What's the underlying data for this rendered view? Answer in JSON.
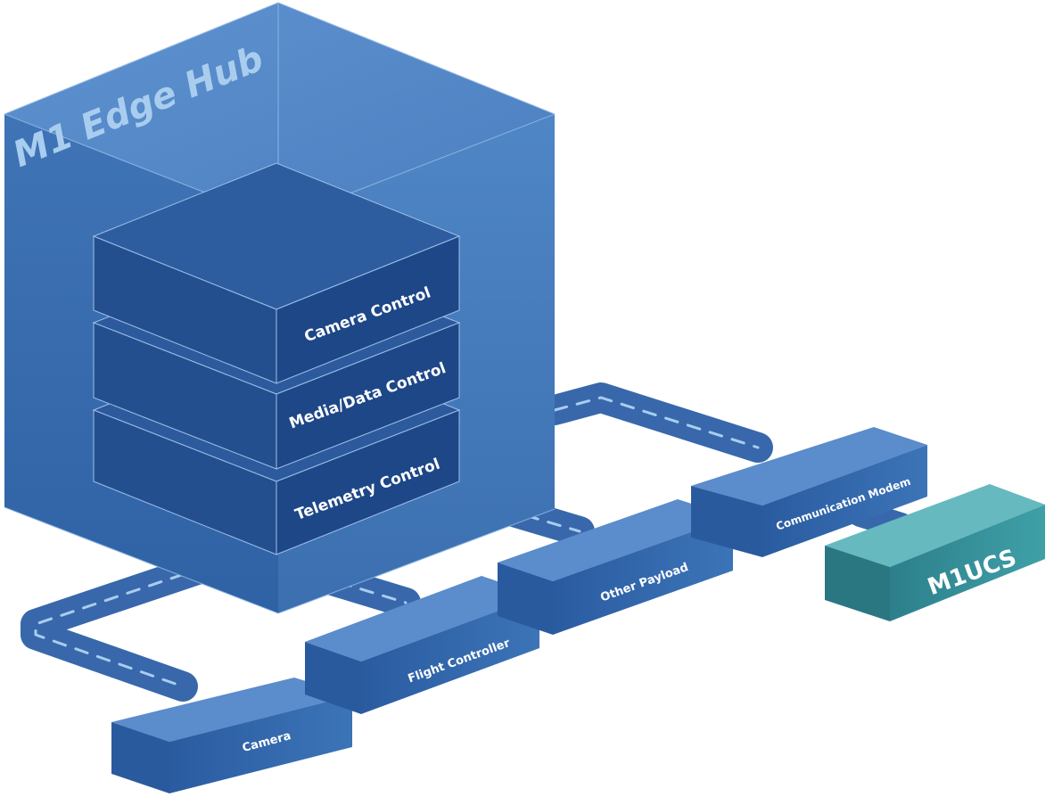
{
  "hub": {
    "title": "M1 Edge Hub",
    "layers": [
      "Camera Control",
      "Media/Data Control",
      "Telemetry Control"
    ]
  },
  "devices": {
    "camera": "Camera",
    "flight_controller": "Flight Controller",
    "other_payload": "Other Payload",
    "communication_modem": "Communication Modem",
    "ground_station": "M1UCS"
  },
  "colors": {
    "hub_blue": "#3f74b4",
    "module_blue": "#2f61a6",
    "layer_navy": "#1f4a8a",
    "ucs_teal": "#3f9aa2",
    "link_dash": "#a9cdef"
  }
}
